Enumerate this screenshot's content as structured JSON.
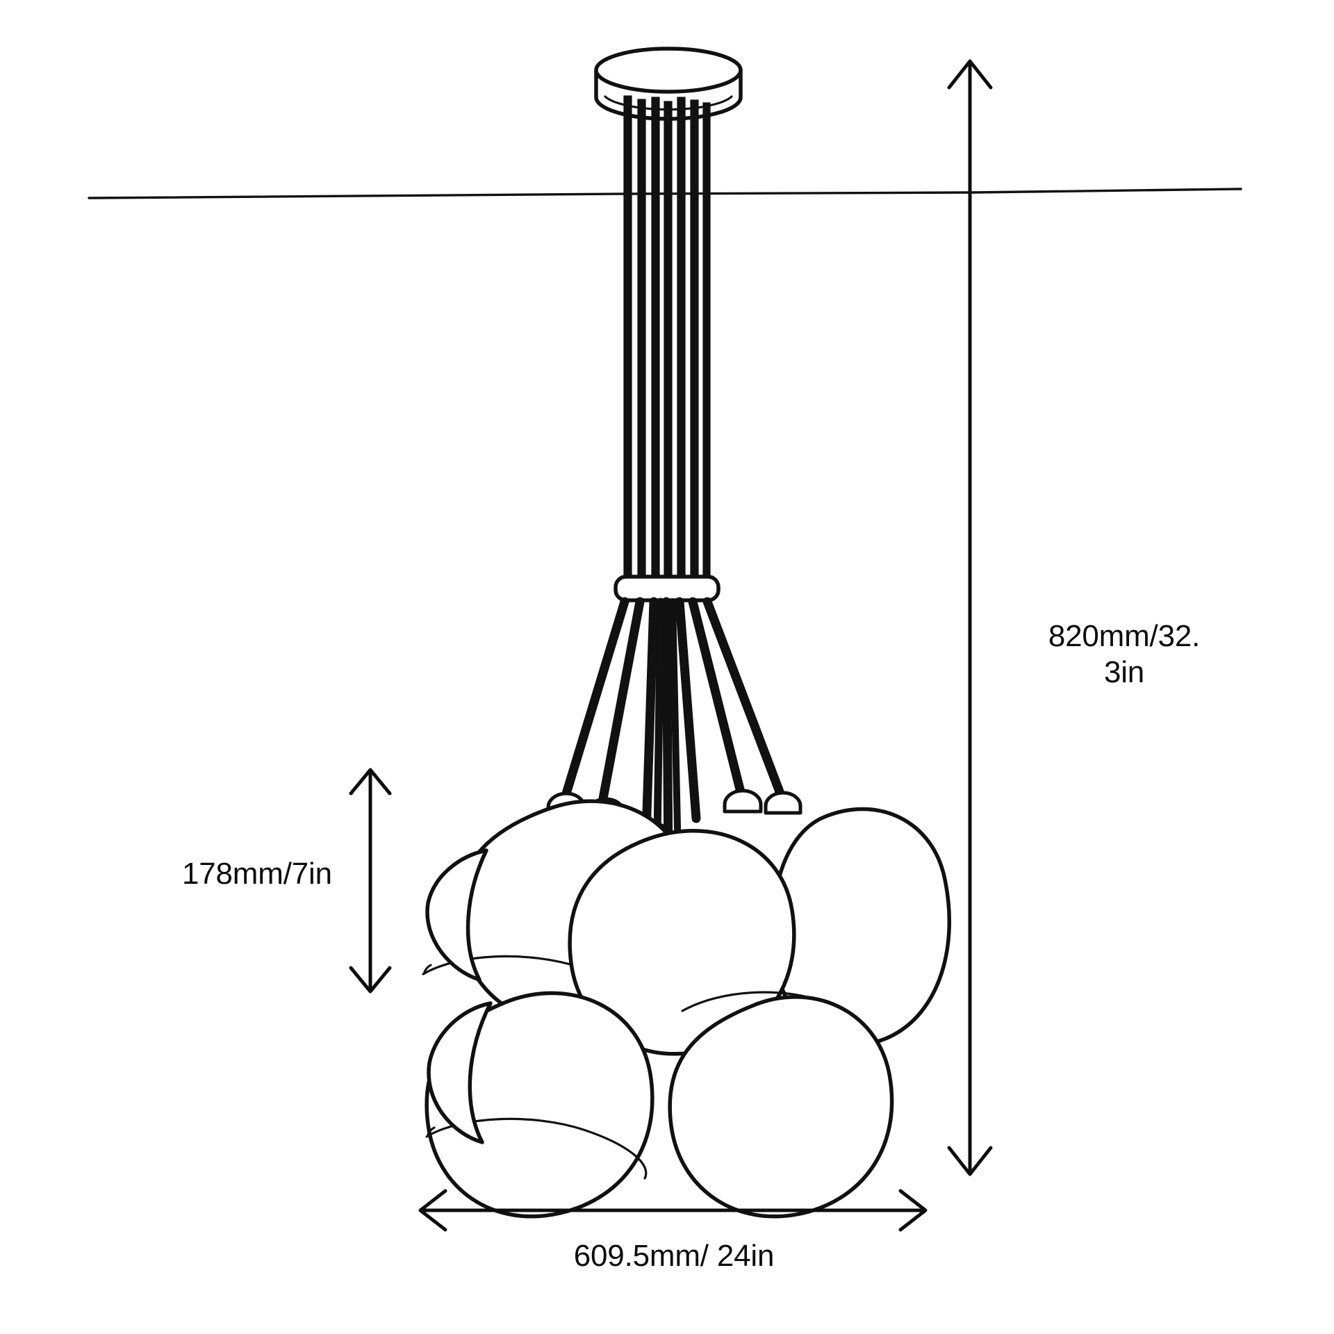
{
  "drawing": {
    "title": "Cluster pendant chandelier dimension drawing",
    "subject": "7-globe cluster pendant light fixture",
    "view": "front elevation",
    "line_color": "#111111",
    "fill_color": "#ffffff",
    "background_color": "#ffffff",
    "parts": {
      "ceiling_line": "ceiling-reference-line",
      "canopy": "ceiling-canopy-disc",
      "rods": "suspension-rod-bundle",
      "collar": "rod-gathering-collar",
      "globes": "glass-globe-shade-cluster",
      "globe_count": 7,
      "socket_caps": "globe-socket-cap"
    }
  },
  "dimensions": {
    "overall_height": {
      "label": "820mm/32.\n3in",
      "value_mm": 820,
      "value_in": 32.3,
      "orientation": "vertical",
      "position": "right"
    },
    "shade_height": {
      "label": "178mm/7in",
      "value_mm": 178,
      "value_in": 7,
      "orientation": "vertical",
      "position": "left"
    },
    "overall_width": {
      "label": "609.5mm/ 24in",
      "value_mm": 609.5,
      "value_in": 24,
      "orientation": "horizontal",
      "position": "bottom"
    }
  }
}
